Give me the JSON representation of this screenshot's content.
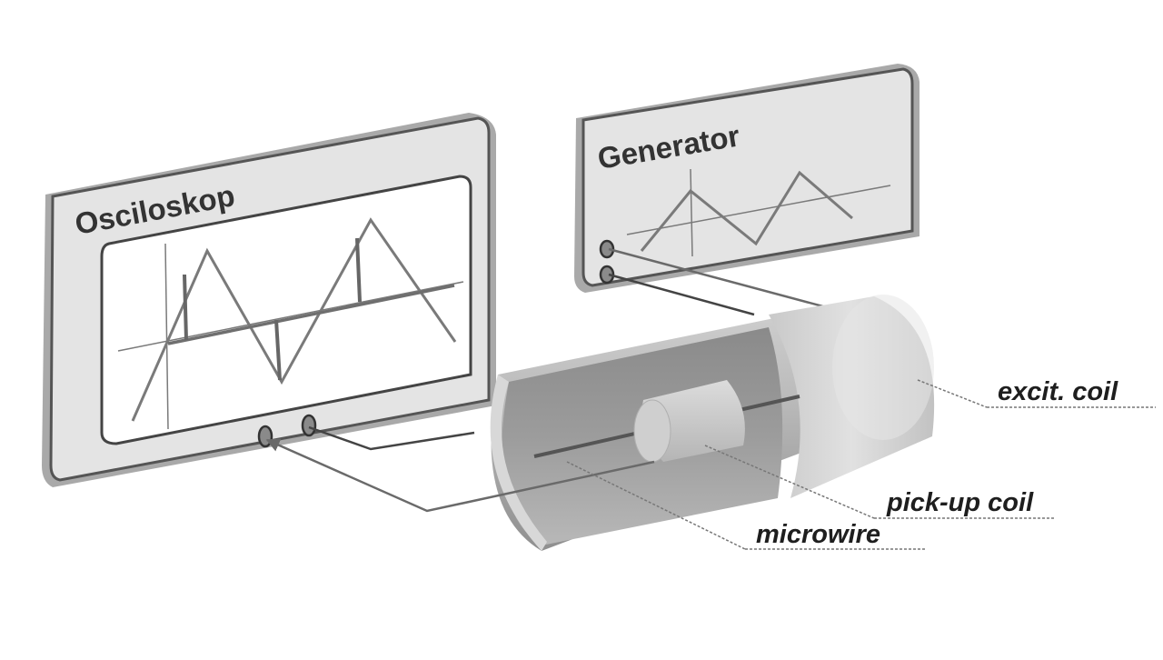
{
  "oscilloscope": {
    "title": "Osciloskop"
  },
  "generator": {
    "title": "Generator"
  },
  "labels": {
    "excitation_coil": "excit. coil",
    "pickup_coil": "pick-up coil",
    "microwire": "microwire"
  },
  "colors": {
    "panel_fill": "#e4e4e4",
    "panel_shadow": "#a9a9a9",
    "screen_fill": "#ffffff",
    "trace": "#7a7a7a",
    "cable": "#555555",
    "cylinder_light": "#e2e2e2",
    "cylinder_dark": "#8c8c8c"
  }
}
